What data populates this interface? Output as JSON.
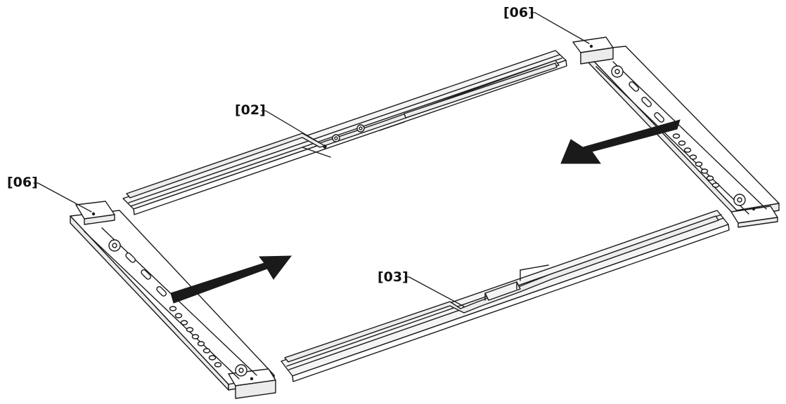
{
  "callouts": {
    "part_02": "[02]",
    "part_03": "[03]",
    "part_06_right": "[06]",
    "part_06_left": "[06]"
  },
  "colors": {
    "line": "#1a1a1a",
    "part_fill": "#ffffff",
    "part_shade": "#ececec",
    "arrow": "#1a1a1a"
  },
  "icons": {
    "arrow_right": "motion-arrow-right",
    "arrow_left": "motion-arrow-left"
  }
}
